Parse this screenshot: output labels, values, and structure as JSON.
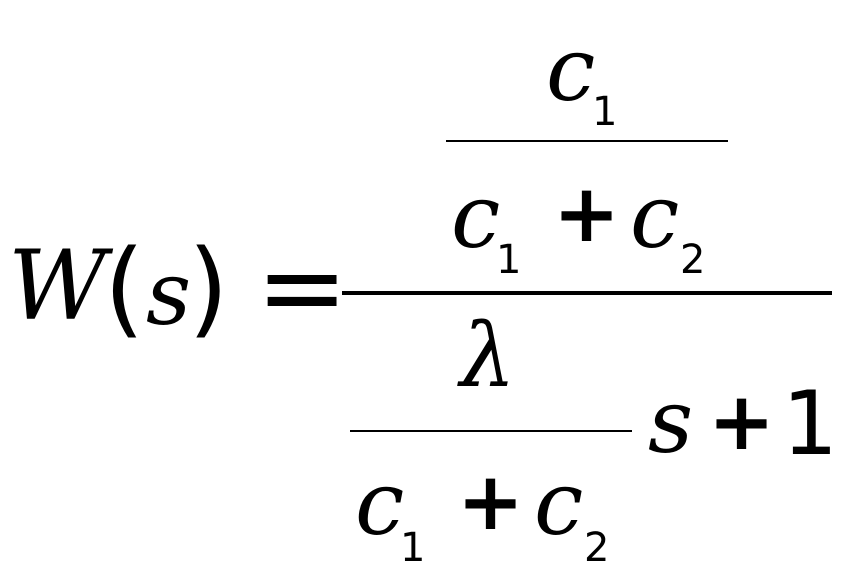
{
  "formula": {
    "lhs_function": "W",
    "lhs_open_paren": "(",
    "lhs_variable": "s",
    "lhs_close_paren": ")",
    "equals": "=",
    "outer_numerator": {
      "numerator": {
        "var": "c",
        "sub": "1"
      },
      "denominator": {
        "term1": {
          "var": "c",
          "sub": "1"
        },
        "plus": "+",
        "term2": {
          "var": "c",
          "sub": "2"
        }
      }
    },
    "outer_denominator": {
      "fraction": {
        "numerator": "λ",
        "denominator": {
          "term1": {
            "var": "c",
            "sub": "1"
          },
          "plus": "+",
          "term2": {
            "var": "c",
            "sub": "2"
          }
        }
      },
      "variable": "s",
      "plus": "+",
      "constant": "1"
    }
  }
}
